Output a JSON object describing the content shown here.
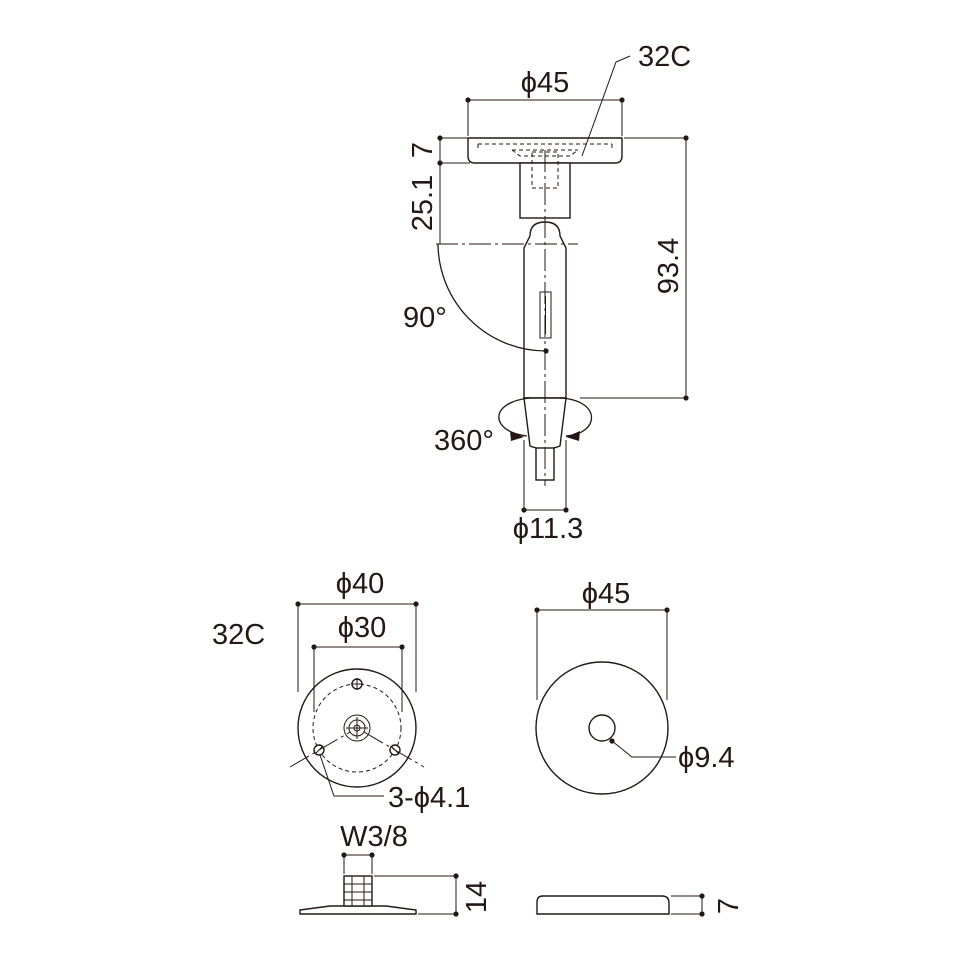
{
  "side_view": {
    "part_code": "32C",
    "dim_top_diameter": "ϕ45",
    "dim_plate_thickness": "7",
    "dim_neck_height": "25.1",
    "dim_total_height": "93.4",
    "dim_tilt_angle": "90°",
    "dim_rotation": "360°",
    "dim_shaft_diameter": "ϕ11.3"
  },
  "base_top_view": {
    "part_code": "32C",
    "dim_outer_diameter": "ϕ40",
    "dim_pitch_diameter": "ϕ30",
    "dim_holes": "3-ϕ4.1"
  },
  "base_side_view": {
    "dim_thread": "W3/8",
    "dim_height": "14"
  },
  "cap_top_view": {
    "dim_outer_diameter": "ϕ45",
    "dim_hole": "ϕ9.4"
  },
  "cap_side_view": {
    "dim_thickness": "7"
  }
}
